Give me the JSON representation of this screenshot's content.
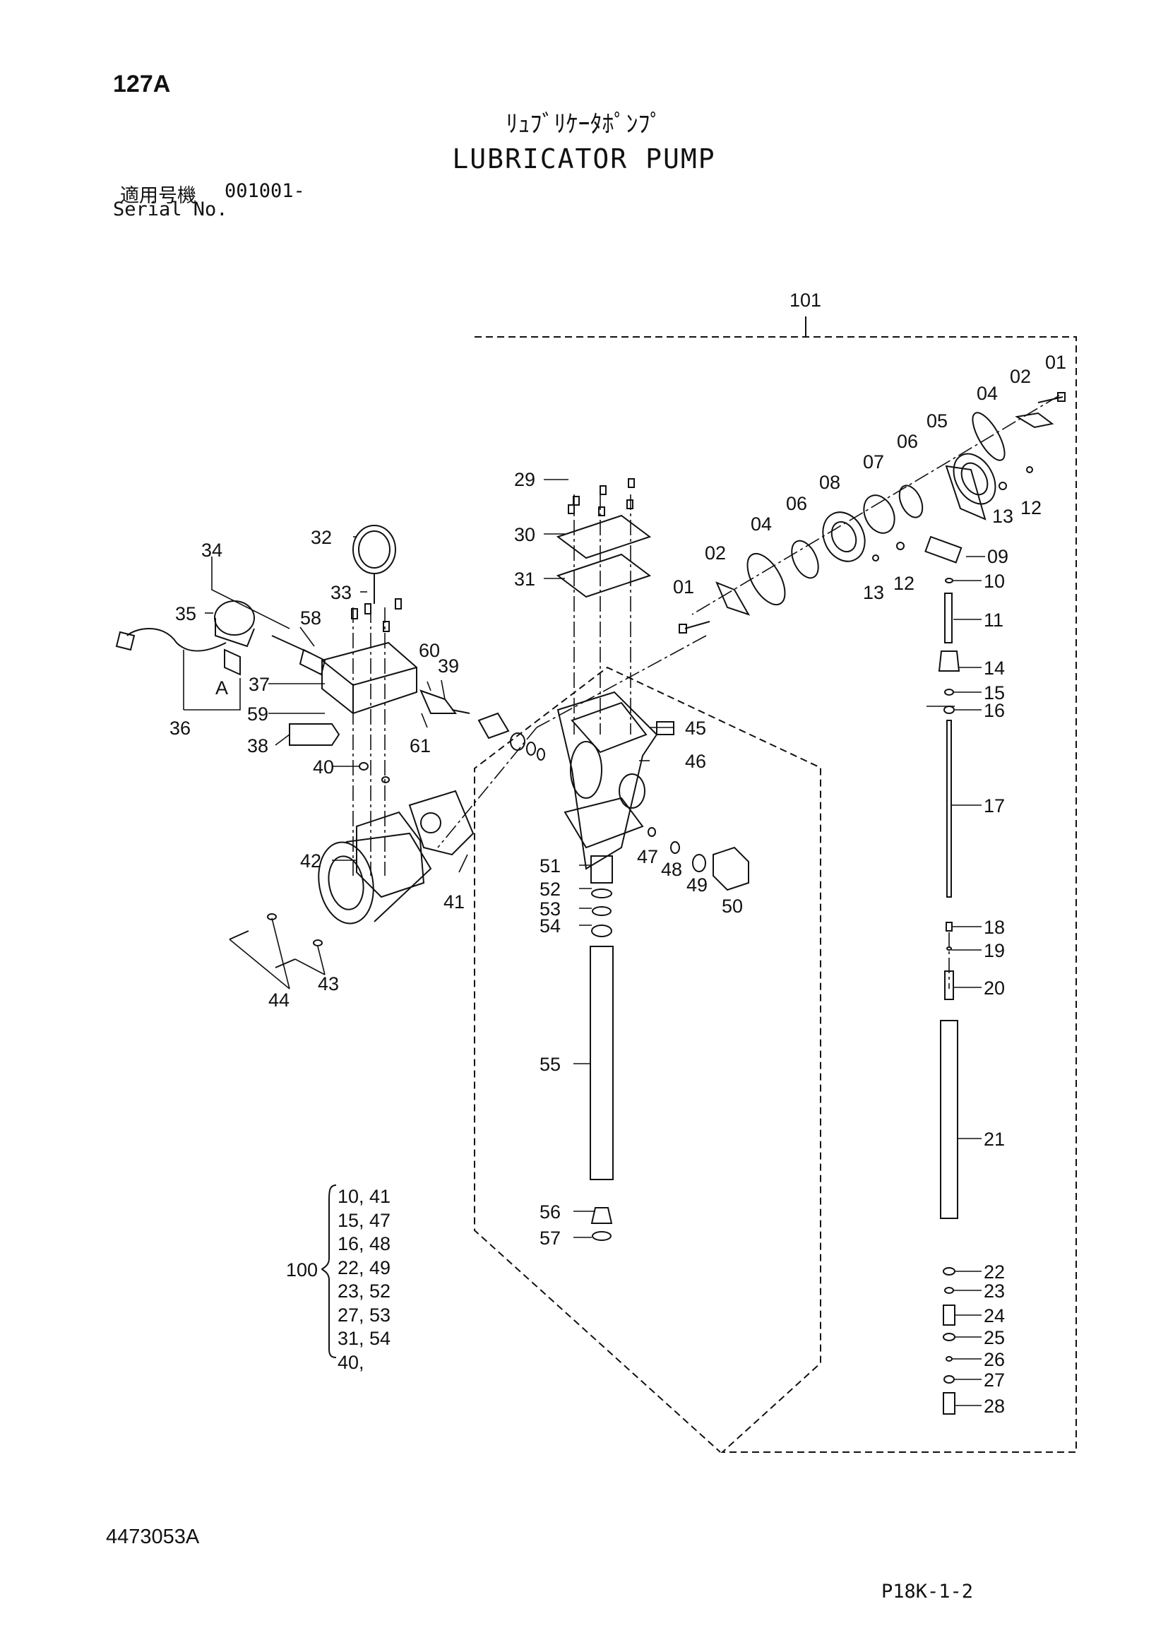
{
  "page_number": "127A",
  "title_jp": "ﾘｭﾌﾞﾘｹｰﾀﾎﾟﾝﾌﾟ",
  "title_en": "LUBRICATOR PUMP",
  "serial_label_jp": "適用号機",
  "serial_value": "001001-",
  "serial_label_en": "Serial No.",
  "drawing_number": "4473053A",
  "sheet_code": "P18K-1-2",
  "assembly_label": "101",
  "connector_label": "A",
  "kit": {
    "label": "100",
    "items": [
      "10, 41",
      "15, 47",
      "16, 48",
      "22, 49",
      "23, 52",
      "27, 53",
      "31, 54",
      "40,"
    ]
  },
  "callouts": {
    "c01a": "01",
    "c02a": "02",
    "c04a": "04",
    "c05": "05",
    "c06a": "06",
    "c07": "07",
    "c08": "08",
    "c06b": "06",
    "c04b": "04",
    "c02b": "02",
    "c01b": "01",
    "c13a": "13",
    "c12a": "12",
    "c09": "09",
    "c13b": "13",
    "c12b": "12",
    "c10": "10",
    "c11": "11",
    "c14": "14",
    "c15": "15",
    "c16": "16",
    "c17": "17",
    "c18": "18",
    "c19": "19",
    "c20": "20",
    "c21": "21",
    "c22": "22",
    "c23": "23",
    "c24": "24",
    "c25": "25",
    "c26": "26",
    "c27": "27",
    "c28": "28",
    "c29": "29",
    "c30": "30",
    "c31": "31",
    "c32": "32",
    "c33": "33",
    "c34": "34",
    "c35": "35",
    "c58": "58",
    "c60": "60",
    "c39": "39",
    "c37": "37",
    "c59": "59",
    "c36": "36",
    "c38": "38",
    "c61": "61",
    "c40": "40",
    "c45": "45",
    "c46": "46",
    "c47": "47",
    "c48": "48",
    "c49": "49",
    "c50": "50",
    "c51": "51",
    "c52": "52",
    "c53": "53",
    "c54": "54",
    "c42": "42",
    "c41": "41",
    "c43": "43",
    "c44": "44",
    "c55": "55",
    "c56": "56",
    "c57": "57"
  }
}
